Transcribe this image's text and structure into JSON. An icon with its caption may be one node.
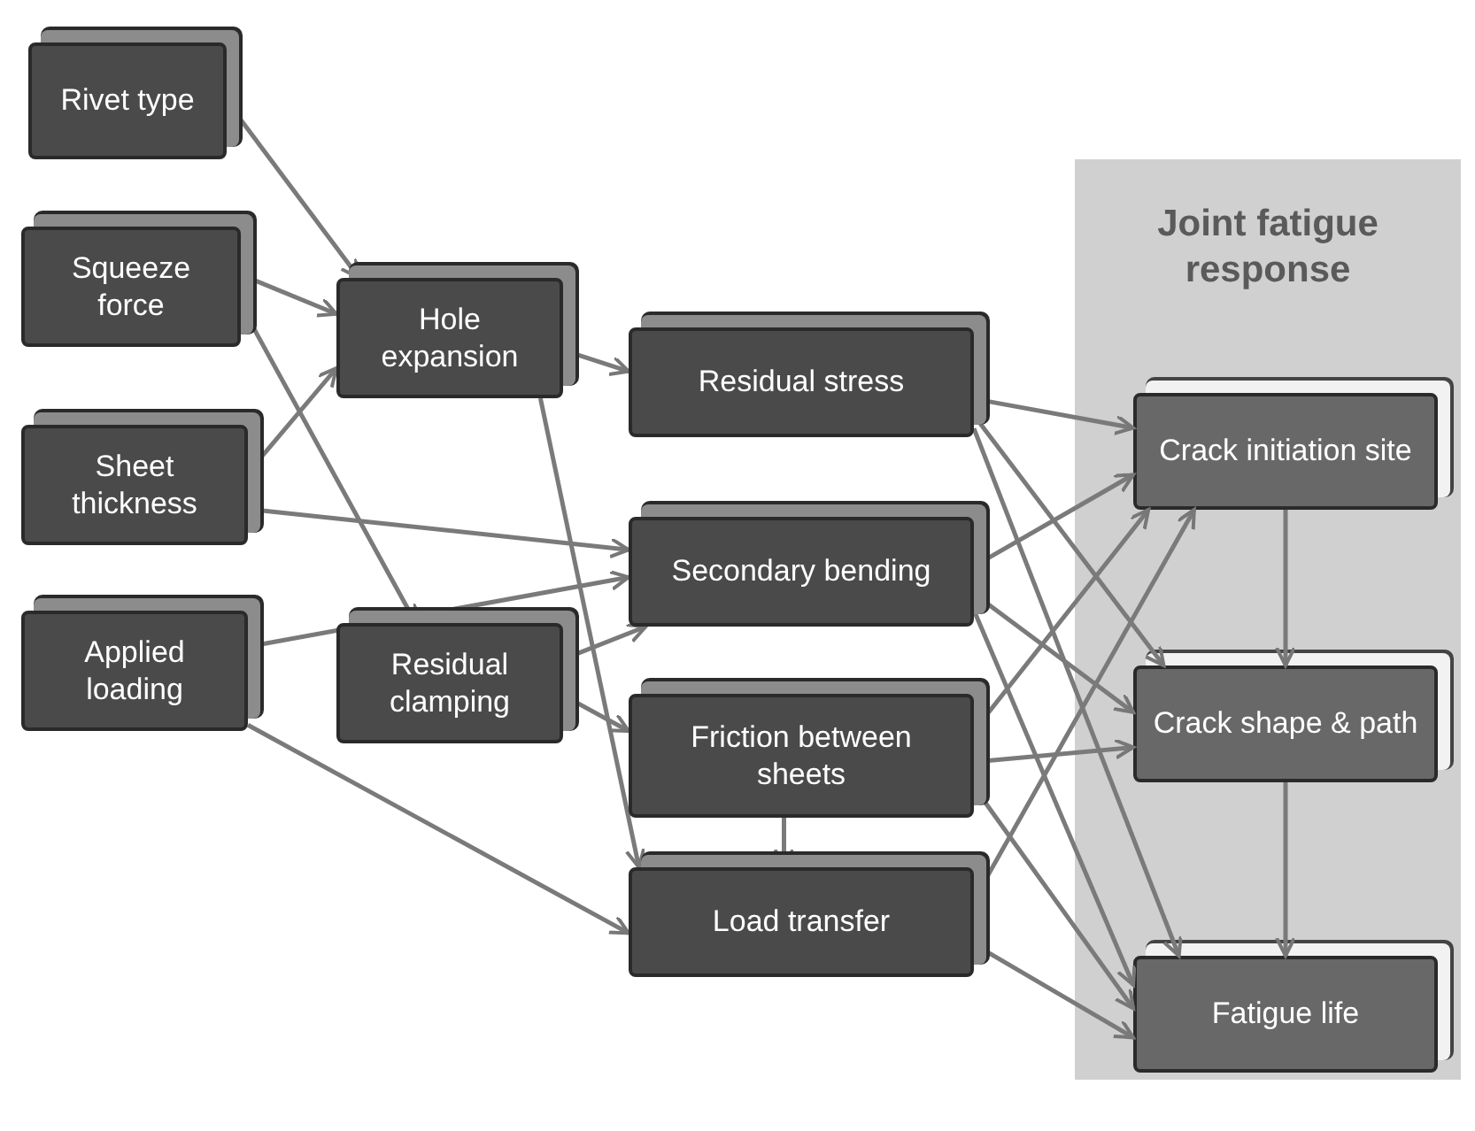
{
  "diagram": {
    "nodes": [
      {
        "text": [
          "Rivet type"
        ]
      },
      {
        "text": [
          "Squeeze force"
        ]
      },
      {
        "text": [
          "Sheet thickness"
        ]
      },
      {
        "text": [
          "Applied loading"
        ]
      },
      {
        "text": [
          "Hole expansion"
        ]
      },
      {
        "text": [
          "Residual clamping"
        ]
      },
      {
        "text": [
          "Residual stress"
        ]
      },
      {
        "text": [
          "Secondary bending"
        ]
      },
      {
        "text": [
          "Friction between sheets"
        ]
      },
      {
        "text": [
          "Load transfer"
        ]
      },
      {
        "text": [
          "Joint fatigue response"
        ]
      },
      {
        "text": [
          "Crack initiation site"
        ],
        "in": 10
      },
      {
        "text": [
          "Crack shape & path"
        ],
        "in": 10
      },
      {
        "text": [
          "Fatigue life"
        ],
        "in": 10
      }
    ],
    "edges": [
      {
        "from": 0,
        "to": 4,
        "arrow": "to"
      },
      {
        "from": 1,
        "to": 4,
        "arrow": "to"
      },
      {
        "from": 1,
        "to": 5,
        "arrow": "to"
      },
      {
        "from": 2,
        "to": 4,
        "arrow": "to"
      },
      {
        "from": 2,
        "to": 7,
        "arrow": "to"
      },
      {
        "from": 3,
        "to": 7,
        "arrow": "to"
      },
      {
        "from": 3,
        "to": 9,
        "arrow": "to"
      },
      {
        "from": 4,
        "to": 6,
        "arrow": "to"
      },
      {
        "from": 4,
        "to": 9,
        "arrow": "to"
      },
      {
        "from": 5,
        "to": 7,
        "arrow": "to"
      },
      {
        "from": 5,
        "to": 8,
        "arrow": "to"
      },
      {
        "from": 6,
        "to": 11,
        "arrow": "to"
      },
      {
        "from": 6,
        "to": 12,
        "arrow": "to"
      },
      {
        "from": 6,
        "to": 13,
        "arrow": "to"
      },
      {
        "from": 7,
        "to": 11,
        "arrow": "to"
      },
      {
        "from": 7,
        "to": 12,
        "arrow": "to"
      },
      {
        "from": 7,
        "to": 13,
        "arrow": "to"
      },
      {
        "from": 8,
        "to": 11,
        "arrow": "to"
      },
      {
        "from": 8,
        "to": 12,
        "arrow": "to"
      },
      {
        "from": 8,
        "to": 13,
        "arrow": "to"
      },
      {
        "from": 8,
        "to": 9,
        "arrow": "to"
      },
      {
        "from": 9,
        "to": 11,
        "arrow": "to"
      },
      {
        "from": 9,
        "to": 13,
        "arrow": "to"
      },
      {
        "from": 11,
        "to": 12,
        "arrow": "to"
      },
      {
        "from": 12,
        "to": 13,
        "arrow": "to"
      }
    ]
  }
}
